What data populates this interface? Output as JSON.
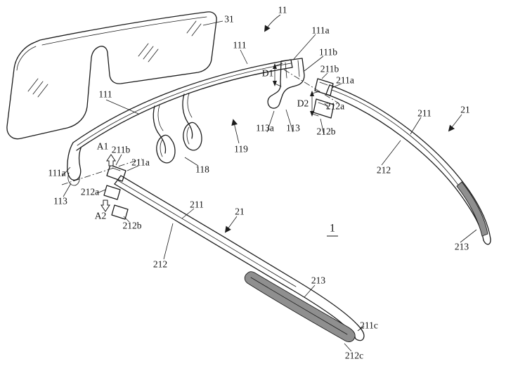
{
  "labels": [
    {
      "text": "31"
    },
    {
      "text": "11"
    },
    {
      "text": "111a"
    },
    {
      "text": "111"
    },
    {
      "text": "111b"
    },
    {
      "text": "D1"
    },
    {
      "text": "211b"
    },
    {
      "text": "211a"
    },
    {
      "text": "111"
    },
    {
      "text": "D2"
    },
    {
      "text": "212a"
    },
    {
      "text": "113a"
    },
    {
      "text": "113"
    },
    {
      "text": "212b"
    },
    {
      "text": "211"
    },
    {
      "text": "21"
    },
    {
      "text": "119"
    },
    {
      "text": "A1"
    },
    {
      "text": "211b"
    },
    {
      "text": "211a"
    },
    {
      "text": "118"
    },
    {
      "text": "111a"
    },
    {
      "text": "212"
    },
    {
      "text": "113"
    },
    {
      "text": "212a"
    },
    {
      "text": "A2"
    },
    {
      "text": "212b"
    },
    {
      "text": "211"
    },
    {
      "text": "21"
    },
    {
      "text": "1"
    },
    {
      "text": "213"
    },
    {
      "text": "212"
    },
    {
      "text": "213"
    },
    {
      "text": "211c"
    },
    {
      "text": "212c"
    }
  ]
}
